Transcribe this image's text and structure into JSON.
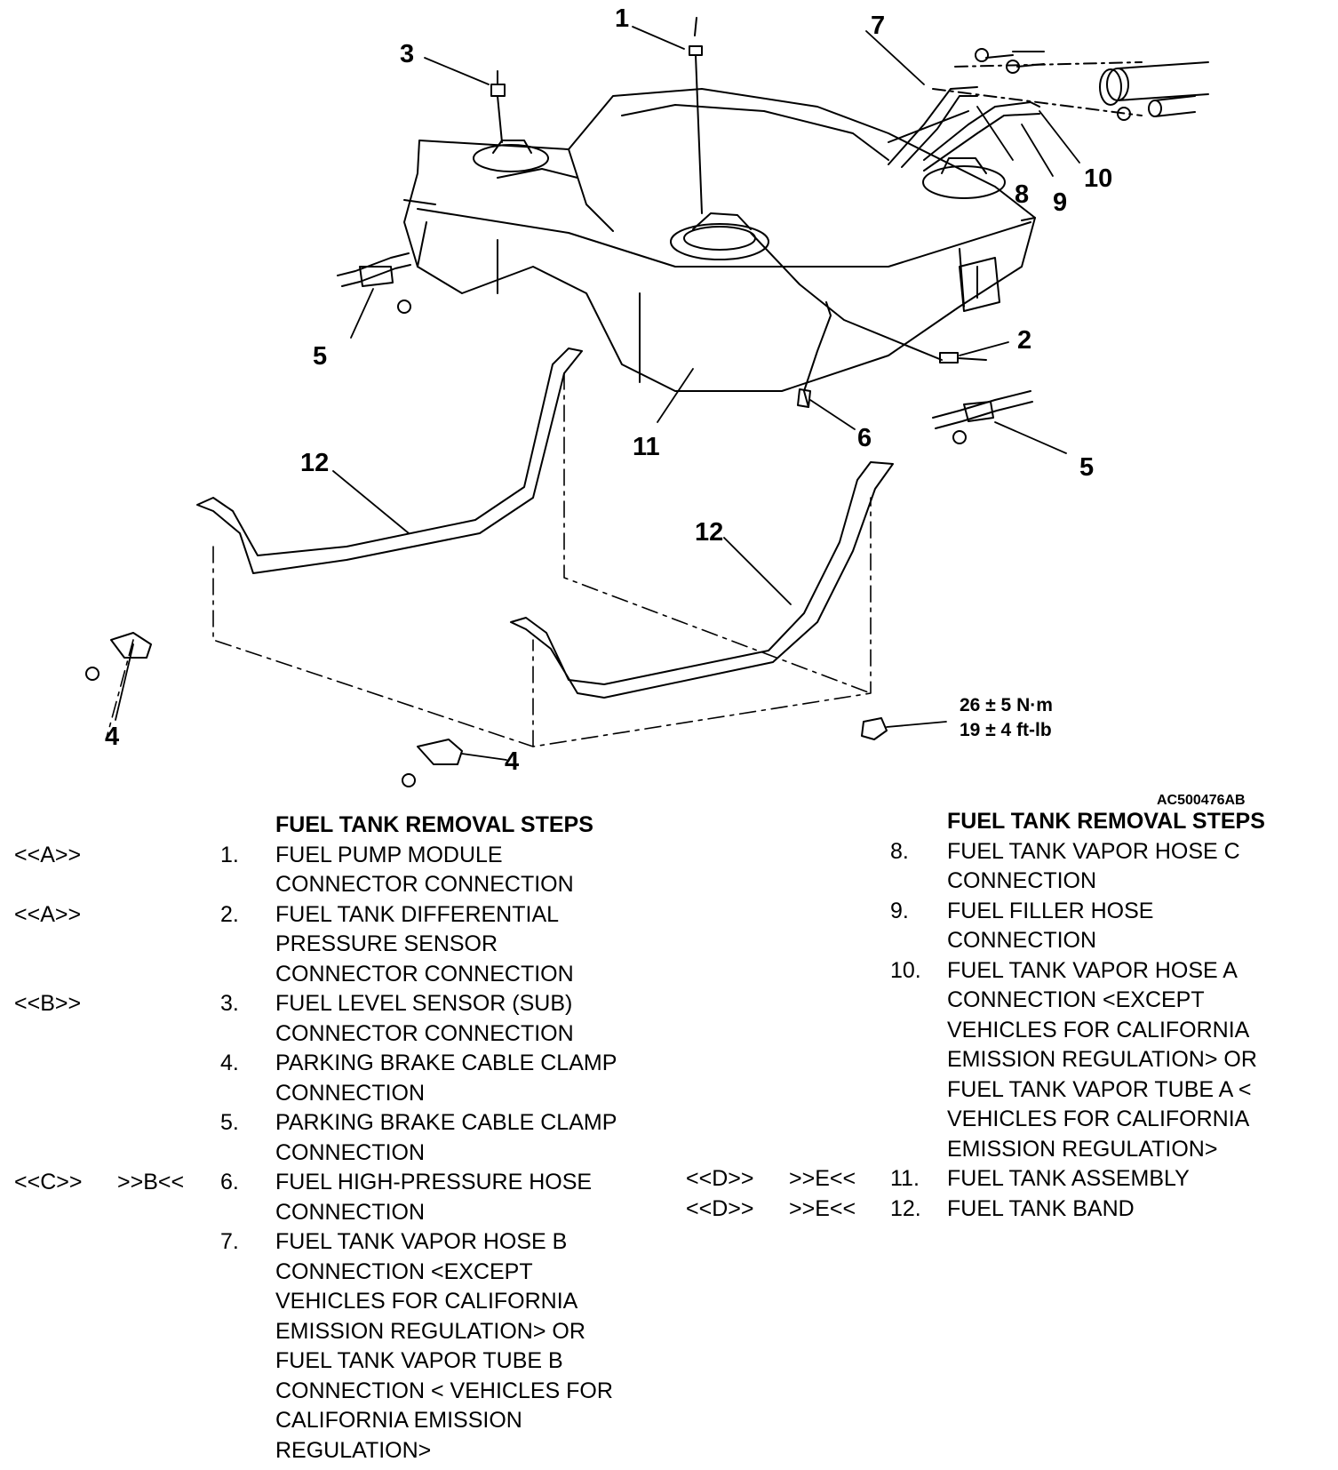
{
  "figure_id": "AC500476AB",
  "torque": {
    "nm": "26 ± 5 N·m",
    "ftlb": "19 ± 4 ft-lb"
  },
  "callouts": [
    "1",
    "2",
    "3",
    "4",
    "4",
    "5",
    "5",
    "6",
    "7",
    "8",
    "9",
    "10",
    "11",
    "12",
    "12"
  ],
  "left_list": {
    "title": "FUEL TANK REMOVAL STEPS",
    "steps": [
      {
        "code1": "<<A>>",
        "code2": "",
        "num": "1.",
        "text": "FUEL PUMP MODULE\nCONNECTOR CONNECTION"
      },
      {
        "code1": "<<A>>",
        "code2": "",
        "num": "2.",
        "text": "FUEL TANK DIFFERENTIAL\nPRESSURE SENSOR\nCONNECTOR CONNECTION"
      },
      {
        "code1": "<<B>>",
        "code2": "",
        "num": "3.",
        "text": "FUEL LEVEL SENSOR (SUB)\nCONNECTOR CONNECTION"
      },
      {
        "code1": "",
        "code2": "",
        "num": "4.",
        "text": "PARKING BRAKE CABLE CLAMP\nCONNECTION"
      },
      {
        "code1": "",
        "code2": "",
        "num": "5.",
        "text": "PARKING BRAKE CABLE CLAMP\nCONNECTION"
      },
      {
        "code1": "<<C>>",
        "code2": ">>B<<",
        "num": "6.",
        "text": "FUEL HIGH-PRESSURE HOSE\nCONNECTION"
      },
      {
        "code1": "",
        "code2": "",
        "num": "7.",
        "text": "FUEL TANK VAPOR HOSE B\nCONNECTION <EXCEPT\nVEHICLES FOR CALIFORNIA\nEMISSION REGULATION> OR\nFUEL TANK VAPOR TUBE B\nCONNECTION < VEHICLES FOR\nCALIFORNIA EMISSION\nREGULATION>"
      }
    ]
  },
  "right_list": {
    "title": "FUEL TANK REMOVAL STEPS",
    "steps": [
      {
        "code1": "",
        "code2": "",
        "num": "8.",
        "text": "FUEL TANK VAPOR HOSE C\nCONNECTION"
      },
      {
        "code1": "",
        "code2": "",
        "num": "9.",
        "text": "FUEL FILLER HOSE\nCONNECTION"
      },
      {
        "code1": "",
        "code2": "",
        "num": "10.",
        "text": "FUEL TANK VAPOR HOSE A\nCONNECTION <EXCEPT\nVEHICLES FOR CALIFORNIA\nEMISSION REGULATION> OR\nFUEL TANK VAPOR TUBE A <\nVEHICLES FOR CALIFORNIA\nEMISSION REGULATION>"
      },
      {
        "code1": "<<D>>",
        "code2": ">>E<<",
        "num": "11.",
        "text": "FUEL TANK ASSEMBLY"
      },
      {
        "code1": "<<D>>",
        "code2": ">>E<<",
        "num": "12.",
        "text": "FUEL TANK BAND"
      }
    ]
  }
}
